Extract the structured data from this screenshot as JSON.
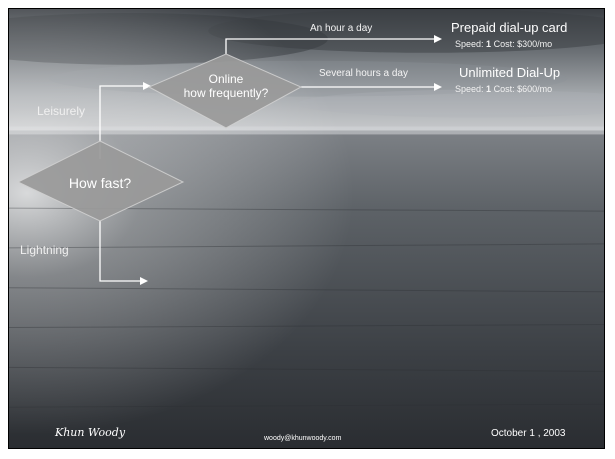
{
  "diagram": {
    "start_node": "How fast?",
    "branches": {
      "leisurely": "Leisurely",
      "lightning": "Lightning"
    },
    "decision_node": {
      "line1": "Online",
      "line2": "how frequently?"
    },
    "edges": {
      "hour": "An hour a day",
      "several": "Several hours a day"
    },
    "results": [
      {
        "title": "Prepaid dial-up card",
        "speed_label": "Speed:",
        "speed_value": "1",
        "cost_label": "Cost:",
        "cost_value": "$300/mo"
      },
      {
        "title": "Unlimited Dial-Up",
        "speed_label": "Speed:",
        "speed_value": "1",
        "cost_label": "Cost:",
        "cost_value": "$600/mo"
      }
    ]
  },
  "footer": {
    "author": "Khun Woody",
    "email": "woody@khunwoody.com",
    "date": "October 1 , 2003"
  },
  "colors": {
    "diamond_fill": "#9a9a9a",
    "arrow": "#ffffff",
    "frame_border": "#000000"
  }
}
